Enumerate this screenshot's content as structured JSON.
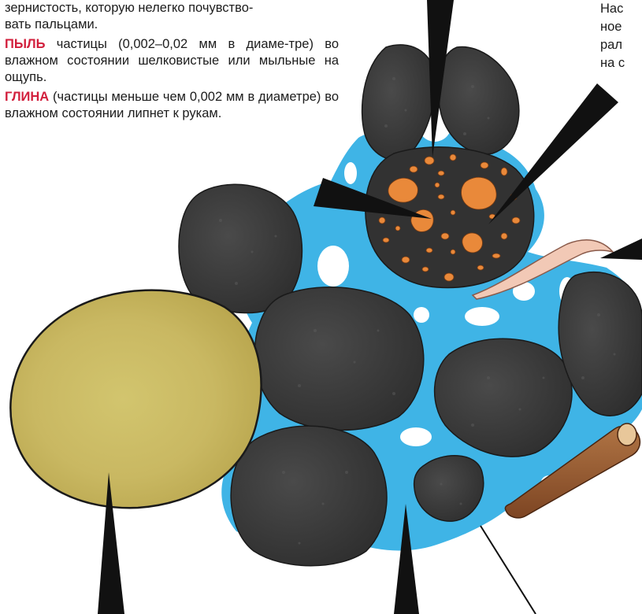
{
  "text": {
    "intro_tail_1": "зернистость, которую нелегко почувство-",
    "intro_tail_2": "вать пальцами.",
    "silt_term": "ПЫЛЬ",
    "silt_desc": " частицы (0,002–0,02 мм в диаме-тре) во влажном состоянии шелковистые или мыльные на ощупь.",
    "clay_term": "ГЛИНА",
    "clay_desc": " (частицы меньше чем 0,002 мм в диаметре) во влажном состоянии липнет к рукам."
  },
  "right_fragments": [
    "Нас",
    "ное",
    "рал",
    "на с"
  ],
  "colors": {
    "water": "#3fb4e6",
    "stone": "#3b3b3b",
    "organic_particles": "#e9893a",
    "sand_grain": "#d8c873",
    "root": "#9a5a32",
    "worm": "#f2c9b6",
    "pointer": "#111111",
    "term_highlight": "#d21f3c"
  }
}
